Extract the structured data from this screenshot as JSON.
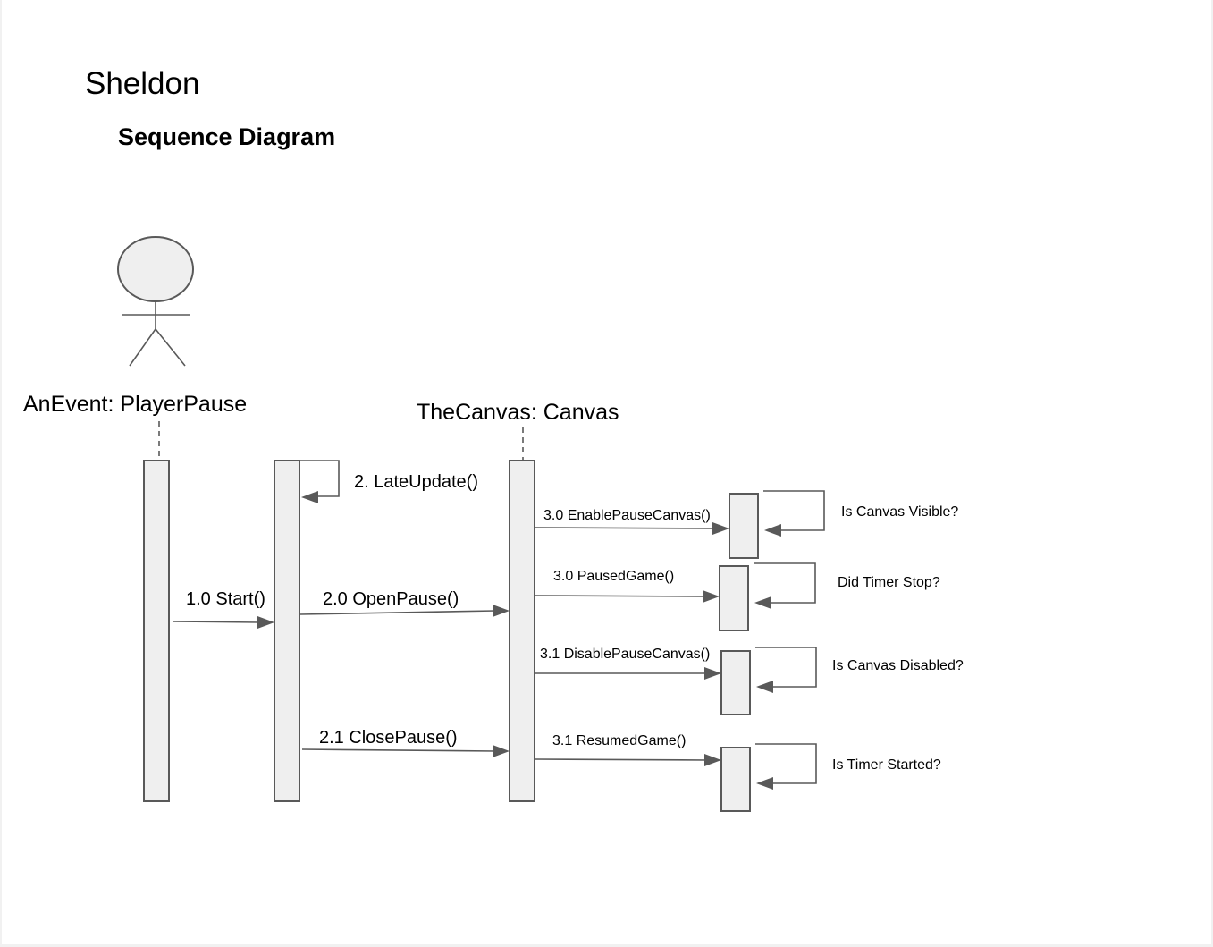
{
  "header": {
    "title": "Sheldon",
    "subtitle": "Sequence Diagram"
  },
  "participants": {
    "actor": "AnEvent: PlayerPause",
    "canvas": "TheCanvas: Canvas"
  },
  "messages": {
    "start": "1.0 Start()",
    "late_update": "2. LateUpdate()",
    "open_pause": "2.0 OpenPause()",
    "close_pause": "2.1 ClosePause()",
    "enable_pause_canvas": "3.0 EnablePauseCanvas()",
    "paused_game": "3.0 PausedGame()",
    "disable_pause_canvas": "3.1 DisablePauseCanvas()",
    "resumed_game": "3.1 ResumedGame()"
  },
  "self_checks": {
    "canvas_visible": "Is Canvas Visible?",
    "timer_stop": "Did Timer Stop?",
    "canvas_disabled": "Is Canvas Disabled?",
    "timer_started": "Is Timer Started?"
  },
  "colors": {
    "line": "#595959",
    "bar_fill": "#efefef",
    "actor_fill": "#efefef"
  }
}
